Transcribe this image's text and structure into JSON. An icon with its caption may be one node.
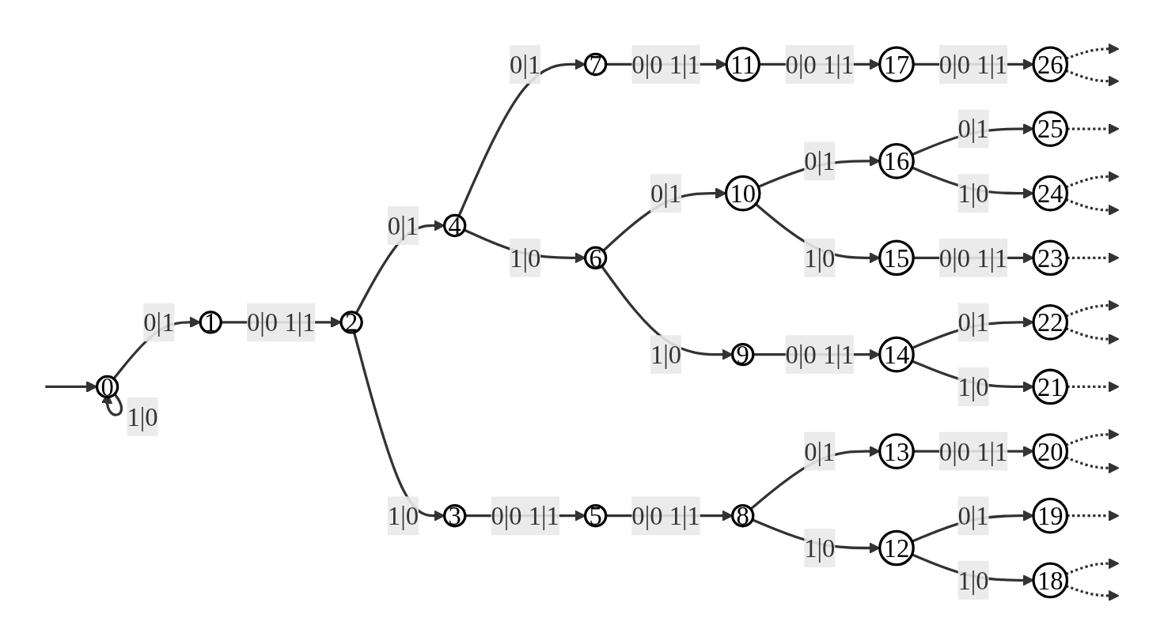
{
  "diagram": {
    "nodes": [
      {
        "text": [
          "0"
        ]
      },
      {
        "text": [
          "1"
        ]
      },
      {
        "text": [
          "2"
        ]
      },
      {
        "text": [
          "3"
        ]
      },
      {
        "text": [
          "4"
        ]
      },
      {
        "text": [
          "5"
        ]
      },
      {
        "text": [
          "6"
        ]
      },
      {
        "text": [
          "7"
        ]
      },
      {
        "text": [
          "8"
        ]
      },
      {
        "text": [
          "9"
        ]
      },
      {
        "text": [
          "10"
        ]
      },
      {
        "text": [
          "11"
        ]
      },
      {
        "text": [
          "12"
        ]
      },
      {
        "text": [
          "13"
        ]
      },
      {
        "text": [
          "14"
        ]
      },
      {
        "text": [
          "15"
        ]
      },
      {
        "text": [
          "16"
        ]
      },
      {
        "text": [
          "17"
        ]
      },
      {
        "text": [
          "18"
        ]
      },
      {
        "text": [
          "19"
        ]
      },
      {
        "text": [
          "20"
        ]
      },
      {
        "text": [
          "21"
        ]
      },
      {
        "text": [
          "22"
        ]
      },
      {
        "text": [
          "23"
        ]
      },
      {
        "text": [
          "24"
        ]
      },
      {
        "text": [
          "25"
        ]
      },
      {
        "text": [
          "26"
        ]
      }
    ],
    "edges": [
      {
        "from": null,
        "to": 0,
        "arrow": "to"
      },
      {
        "from": 0,
        "to": 0,
        "arrow": "to",
        "label": "1|0"
      },
      {
        "from": 0,
        "to": 1,
        "arrow": "to",
        "label": "0|1"
      },
      {
        "from": 1,
        "to": 2,
        "arrow": "to",
        "label": "0|0 1|1"
      },
      {
        "from": 2,
        "to": 4,
        "arrow": "to",
        "label": "0|1"
      },
      {
        "from": 2,
        "to": 3,
        "arrow": "to",
        "label": "1|0"
      },
      {
        "from": 4,
        "to": 7,
        "arrow": "to",
        "label": "0|1"
      },
      {
        "from": 4,
        "to": 6,
        "arrow": "to",
        "label": "1|0"
      },
      {
        "from": 7,
        "to": 11,
        "arrow": "to",
        "label": "0|0 1|1"
      },
      {
        "from": 11,
        "to": 17,
        "arrow": "to",
        "label": "0|0 1|1"
      },
      {
        "from": 17,
        "to": 26,
        "arrow": "to",
        "label": "0|0 1|1"
      },
      {
        "from": 26,
        "to": null,
        "arrow": "to",
        "style": "dashed"
      },
      {
        "from": 26,
        "to": null,
        "arrow": "to",
        "style": "dashed"
      },
      {
        "from": 6,
        "to": 10,
        "arrow": "to",
        "label": "0|1"
      },
      {
        "from": 6,
        "to": 9,
        "arrow": "to",
        "label": "1|0"
      },
      {
        "from": 10,
        "to": 16,
        "arrow": "to",
        "label": "0|1"
      },
      {
        "from": 10,
        "to": 15,
        "arrow": "to",
        "label": "1|0"
      },
      {
        "from": 16,
        "to": 25,
        "arrow": "to",
        "label": "0|1"
      },
      {
        "from": 16,
        "to": 24,
        "arrow": "to",
        "label": "1|0"
      },
      {
        "from": 25,
        "to": null,
        "arrow": "to",
        "style": "dashed"
      },
      {
        "from": 24,
        "to": null,
        "arrow": "to",
        "style": "dashed"
      },
      {
        "from": 24,
        "to": null,
        "arrow": "to",
        "style": "dashed"
      },
      {
        "from": 15,
        "to": 23,
        "arrow": "to",
        "label": "0|0 1|1"
      },
      {
        "from": 23,
        "to": null,
        "arrow": "to",
        "style": "dashed"
      },
      {
        "from": 9,
        "to": 14,
        "arrow": "to",
        "label": "0|0 1|1"
      },
      {
        "from": 14,
        "to": 22,
        "arrow": "to",
        "label": "0|1"
      },
      {
        "from": 14,
        "to": 21,
        "arrow": "to",
        "label": "1|0"
      },
      {
        "from": 22,
        "to": null,
        "arrow": "to",
        "style": "dashed"
      },
      {
        "from": 22,
        "to": null,
        "arrow": "to",
        "style": "dashed"
      },
      {
        "from": 21,
        "to": null,
        "arrow": "to",
        "style": "dashed"
      },
      {
        "from": 3,
        "to": 5,
        "arrow": "to",
        "label": "0|0 1|1"
      },
      {
        "from": 5,
        "to": 8,
        "arrow": "to",
        "label": "0|0 1|1"
      },
      {
        "from": 8,
        "to": 13,
        "arrow": "to",
        "label": "0|1"
      },
      {
        "from": 8,
        "to": 12,
        "arrow": "to",
        "label": "1|0"
      },
      {
        "from": 13,
        "to": 20,
        "arrow": "to",
        "label": "0|0 1|1"
      },
      {
        "from": 20,
        "to": null,
        "arrow": "to",
        "style": "dashed"
      },
      {
        "from": 20,
        "to": null,
        "arrow": "to",
        "style": "dashed"
      },
      {
        "from": 12,
        "to": 19,
        "arrow": "to",
        "label": "0|1"
      },
      {
        "from": 12,
        "to": 18,
        "arrow": "to",
        "label": "1|0"
      },
      {
        "from": 19,
        "to": null,
        "arrow": "to",
        "style": "dashed"
      },
      {
        "from": 18,
        "to": null,
        "arrow": "to",
        "style": "dashed"
      },
      {
        "from": 18,
        "to": null,
        "arrow": "to",
        "style": "dashed"
      }
    ]
  }
}
